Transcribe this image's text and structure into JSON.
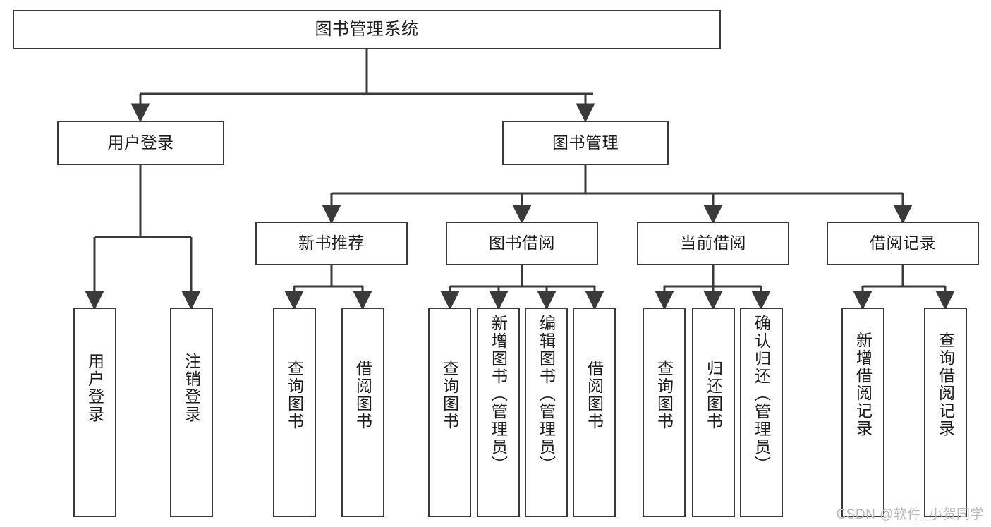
{
  "diagram": {
    "title": "图书管理系统",
    "type": "hierarchy-tree",
    "stroke_color": "#3a3a3a",
    "background_color": "#ffffff",
    "text_color": "#1c1c1c",
    "root": {
      "label": "图书管理系统"
    },
    "level2": [
      {
        "label": "用户登录"
      },
      {
        "label": "图书管理"
      }
    ],
    "level3": [
      {
        "label": "新书推荐"
      },
      {
        "label": "图书借阅"
      },
      {
        "label": "当前借阅"
      },
      {
        "label": "借阅记录"
      }
    ],
    "leaves": {
      "user_login": [
        {
          "label": "用户登录"
        },
        {
          "label": "注销登录"
        }
      ],
      "new_book_recommend": [
        {
          "label": "查询图书"
        },
        {
          "label": "借阅图书"
        }
      ],
      "book_borrow": [
        {
          "label": "查询图书"
        },
        {
          "label": "新增图书（管理员）"
        },
        {
          "label": "编辑图书（管理员）"
        },
        {
          "label": "借阅图书"
        }
      ],
      "current_borrow": [
        {
          "label": "查询图书"
        },
        {
          "label": "归还图书"
        },
        {
          "label": "确认归还（管理员）"
        }
      ],
      "borrow_record": [
        {
          "label": "新增借阅记录"
        },
        {
          "label": "查询借阅记录"
        }
      ]
    }
  },
  "watermark": {
    "text": "CSDN @软件_小贺同学"
  }
}
